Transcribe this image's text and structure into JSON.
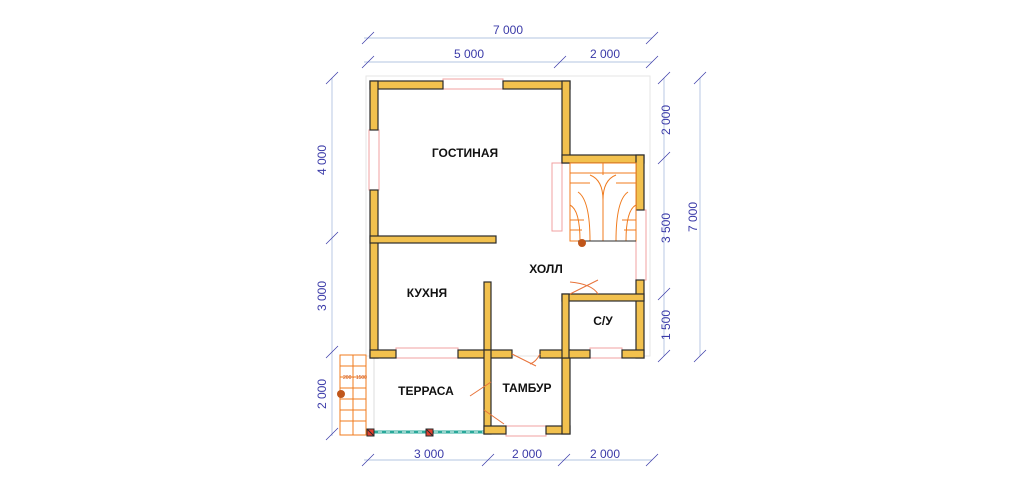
{
  "colors": {
    "wall_fill": "#f2c14e",
    "wall_stroke": "#2b2b2b",
    "dimension": "#3a3aa8",
    "stair": "#f07b1e",
    "window": "#f2a0a0",
    "door": "#e8733a",
    "glass": "#2aa89a"
  },
  "rooms": {
    "living": "ГОСТИНАЯ",
    "kitchen": "КУХНЯ",
    "hall": "ХОЛЛ",
    "bathroom": "С/У",
    "terrace": "ТЕРРАСА",
    "vestibule": "ТАМБУР"
  },
  "dimensions": {
    "top_total": "7 000",
    "top_left": "5 000",
    "top_right": "2 000",
    "left_upper": "4 000",
    "left_middle": "3 000",
    "left_lower": "2 000",
    "right_upper": "2 000",
    "right_middle": "3 500",
    "right_lower": "1 500",
    "right_total": "7 000",
    "bottom_left": "3 000",
    "bottom_middle": "2 000",
    "bottom_right": "2 000"
  },
  "stair_note": "200 · 1500",
  "icons": {
    "stair": "staircase-icon",
    "post": "column-post-icon",
    "door": "door-swing-icon"
  }
}
